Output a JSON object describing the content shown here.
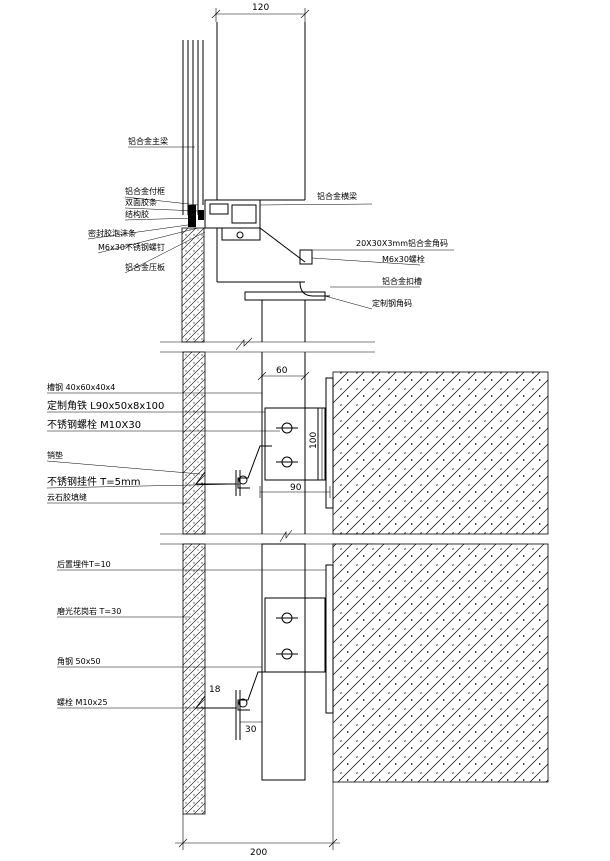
{
  "dimensions": {
    "top_width": "120",
    "bottom_width": "200",
    "bracket_width": "60",
    "plate_height": "100",
    "bracket_depth": "90",
    "lower_angle_d": "18",
    "lower_offset": "30"
  },
  "labels_top_left": [
    "铝合金主梁",
    "铝合金付框",
    "双面胶条",
    "结构胶",
    "密封胶泡沫条",
    "M6x30不锈钢螺钉",
    "铝合金压板"
  ],
  "labels_top_right": [
    "铝合金横梁",
    "20X30X3mm铝合金角码",
    "M6x30螺栓",
    "铝合金扣槽",
    "定制钢角码"
  ],
  "labels_mid_left": [
    "槽钢 40x60x40x4",
    "定制角铁 L90x50x8x100",
    "不锈钢螺栓  M10X30",
    "销垫",
    "不锈钢挂件 T=5mm",
    "云石胶填缝"
  ],
  "labels_bottom_left": [
    "后置埋件T=10",
    "磨光花岗岩 T=30",
    "角钢 50x50",
    "螺栓 M10x25"
  ],
  "colors": {
    "line": "#000000",
    "background": "#ffffff",
    "hatch": "#000000"
  }
}
